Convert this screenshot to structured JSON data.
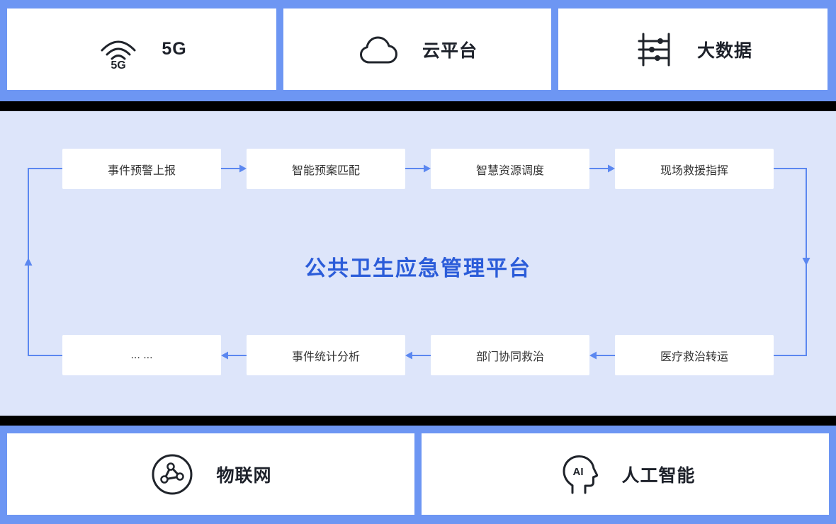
{
  "top_cards": [
    {
      "label": "5G",
      "icon": "5g-signal-icon",
      "icon_text": "5G"
    },
    {
      "label": "云平台",
      "icon": "cloud-icon"
    },
    {
      "label": "大数据",
      "icon": "big-data-icon"
    }
  ],
  "flow": {
    "title": "公共卫生应急管理平台",
    "top_row": [
      "事件预警上报",
      "智能预案匹配",
      "智慧资源调度",
      "现场救援指挥"
    ],
    "bottom_row": [
      "... ...",
      "事件统计分析",
      "部门协同救治",
      "医疗救治转运"
    ]
  },
  "bottom_cards": [
    {
      "label": "物联网",
      "icon": "iot-network-icon"
    },
    {
      "label": "人工智能",
      "icon": "ai-head-icon",
      "icon_text": "AI"
    }
  ],
  "colors": {
    "frame_blue": "#6d96f3",
    "band_black": "#000000",
    "panel_lavender": "#dde5fa",
    "arrow_blue": "#5b87f0",
    "title_blue": "#2b5cd9",
    "label_dark": "#1d212a",
    "box_text": "#333333"
  }
}
